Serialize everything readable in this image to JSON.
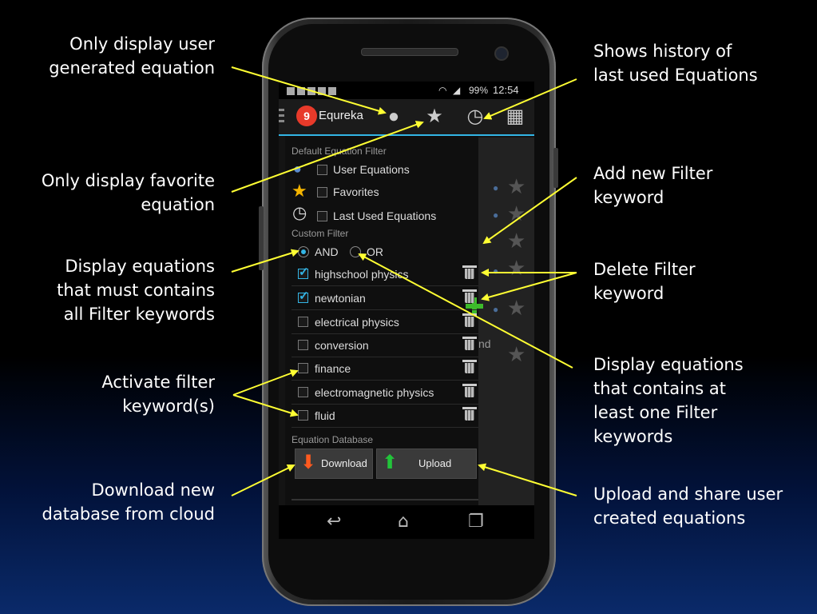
{
  "colors": {
    "accent": "#33b5e5",
    "arrow": "#ffff33",
    "plus": "#3dbb2b",
    "download": "#ff5a1f",
    "upload": "#22c43a"
  },
  "annotations": {
    "user_generated": [
      "Only display user",
      "generated equation"
    ],
    "history": [
      "Shows history of",
      "last used Equations"
    ],
    "favorite": [
      "Only display favorite",
      "equation"
    ],
    "add_filter": [
      "Add new Filter",
      "keyword"
    ],
    "and_mode": [
      "Display equations",
      "that must contains",
      "all Filter keywords"
    ],
    "delete_filter": [
      "Delete Filter",
      "keyword"
    ],
    "or_mode": [
      "Display equations",
      "that contains at",
      "least one Filter",
      "keywords"
    ],
    "activate": [
      "Activate filter",
      "keyword(s)"
    ],
    "download": [
      "Download new",
      "database from cloud"
    ],
    "upload": [
      "Upload and share user",
      "created equations"
    ]
  },
  "status_bar": {
    "battery": "99%",
    "time": "12:54"
  },
  "app_bar": {
    "title": "Equreka",
    "logo_letter": "9",
    "icons": [
      "user-icon",
      "star-icon",
      "clock-icon",
      "calculator-icon"
    ]
  },
  "drawer": {
    "default_filter_title": "Default Equation Filter",
    "default_filters": [
      {
        "label": "User Equations",
        "icon": "user-icon",
        "checked": false
      },
      {
        "label": "Favorites",
        "icon": "star-icon",
        "checked": false
      },
      {
        "label": "Last Used Equations",
        "icon": "clock-icon",
        "checked": false
      }
    ],
    "custom_filter_title": "Custom Filter",
    "mode": {
      "and_label": "AND",
      "or_label": "OR",
      "selected": "AND"
    },
    "keywords": [
      {
        "label": "highschool physics",
        "checked": true
      },
      {
        "label": "newtonian",
        "checked": true
      },
      {
        "label": "electrical physics",
        "checked": false
      },
      {
        "label": "conversion",
        "checked": false
      },
      {
        "label": "finance",
        "checked": false
      },
      {
        "label": "electromagnetic physics",
        "checked": false
      },
      {
        "label": "fluid",
        "checked": false
      }
    ],
    "database_title": "Equation Database",
    "download_label": "Download",
    "upload_label": "Upload"
  },
  "background_partial_text": "nd"
}
